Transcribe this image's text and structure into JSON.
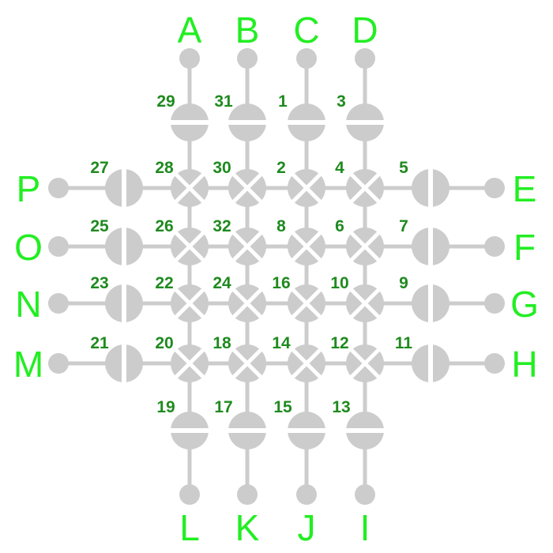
{
  "colors": {
    "wire": "#cccccc",
    "node_fill": "#cccccc",
    "node_mark": "#ffffff",
    "letter": "#22ee22",
    "number": "#1f8a1f",
    "background": "#ffffff"
  },
  "top_ports": [
    "A",
    "B",
    "C",
    "D"
  ],
  "right_ports": [
    "E",
    "F",
    "G",
    "H"
  ],
  "bottom_ports": [
    "L",
    "K",
    "J",
    "I"
  ],
  "left_ports": [
    "P",
    "O",
    "N",
    "M"
  ],
  "top_switch_labels": [
    "29",
    "31",
    "1",
    "3"
  ],
  "bottom_switch_labels": [
    "19",
    "17",
    "15",
    "13"
  ],
  "left_switch_labels": [
    "27",
    "25",
    "23",
    "21"
  ],
  "right_switch_labels": [
    "5",
    "7",
    "9",
    "11"
  ],
  "crossbar_labels": [
    [
      "28",
      "30",
      "2",
      "4"
    ],
    [
      "26",
      "32",
      "8",
      "6"
    ],
    [
      "22",
      "24",
      "16",
      "10"
    ],
    [
      "20",
      "18",
      "14",
      "12"
    ]
  ]
}
